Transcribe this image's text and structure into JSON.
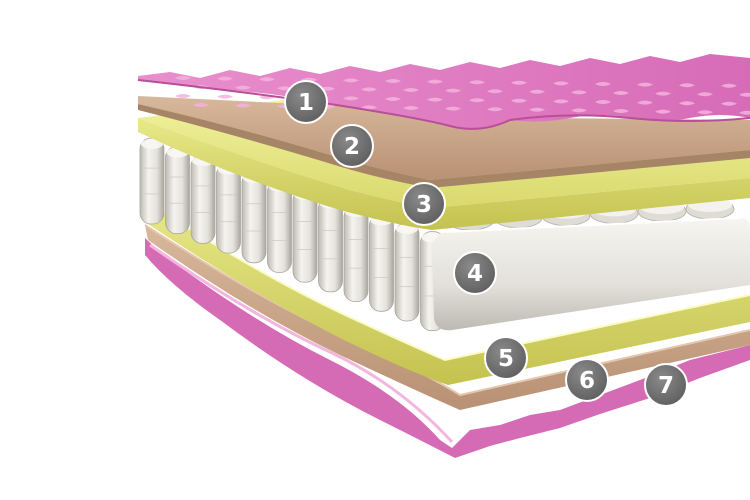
{
  "layers": [
    {
      "number": "1",
      "kind": "pink quilted fabric cover, top"
    },
    {
      "number": "2",
      "kind": "felt layer, top"
    },
    {
      "number": "3",
      "kind": "yellow foam layer, top"
    },
    {
      "number": "4",
      "kind": "pocket spring block with foam frame"
    },
    {
      "number": "5",
      "kind": "yellow foam layer, bottom"
    },
    {
      "number": "6",
      "kind": "felt layer, bottom"
    },
    {
      "number": "7",
      "kind": "pink quilted fabric cover, bottom"
    }
  ],
  "colors": {
    "cover": "#e07bc2",
    "cover_dark": "#c45aa6",
    "felt": "#c9a688",
    "felt_edge": "#a68466",
    "foam": "#e9ea8c",
    "foam_edge": "#c9c85a",
    "spring": "#ececea",
    "spring_shadow": "#b9b7b0",
    "badge": "#6f6f6f"
  }
}
